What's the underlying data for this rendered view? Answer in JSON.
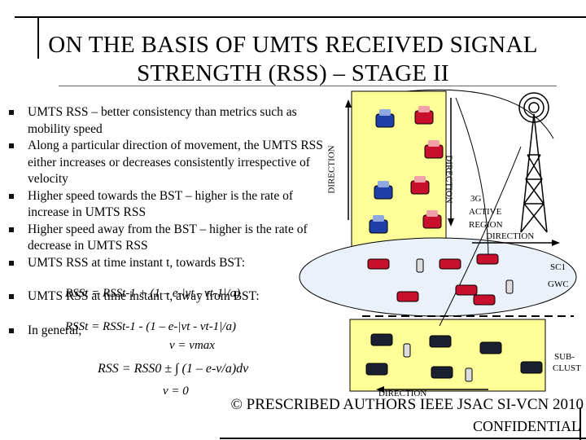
{
  "slide": {
    "title_line1": "ON THE BASIS OF UMTS RECEIVED SIGNAL",
    "title_line2": "STRENGTH (RSS) – STAGE II",
    "bullets": [
      "UMTS RSS – better consistency than metrics such as mobility speed",
      "Along a particular direction of movement, the UMTS RSS either increases or decreases consistently irrespective of velocity",
      "Higher speed towards the BST – higher is the rate of increase in UMTS RSS",
      "Higher speed away from the BST – higher is the rate of decrease in UMTS RSS",
      "UMTS RSS at time instant t, towards BST:",
      "UMTS RSS at time instant t, away from BST:",
      "In general,"
    ],
    "eq_towards": "RSSt = RSSt-1 + (1 – e-|vt - vt-1|/a)",
    "eq_away": "RSSt = RSSt-1 - (1 – e-|vt - vt-1|/a)",
    "eq_general_upper": "v = vmax",
    "eq_general_main": "RSS = RSS0 ± ∫ (1 – e-v/a)dv",
    "eq_general_lower": "v = 0",
    "footer_line1": "© PRESCRIBED AUTHORS IEEE JSAC SI-VCN 2010",
    "footer_line2": "CONFIDENTIAL"
  },
  "diagram": {
    "label_direction_left": "DIRECTION",
    "label_direction_mid": "DIRECTION",
    "label_direction_right": "DIRECTION",
    "label_direction_bottom": "DIRECTION",
    "label_3g": "3G",
    "label_active": "ACTIVE",
    "label_region": "REGION",
    "label_sc1": "SC1",
    "label_gwc": "GWC",
    "label_sub": "SUB-",
    "label_clust": "CLUST"
  },
  "colors": {
    "road_yellow": "#ffff99",
    "region_fill": "#eaf1f8",
    "car_red": "#c8102e",
    "car_blue": "#1f3fa8",
    "car_black": "#1a2030"
  }
}
